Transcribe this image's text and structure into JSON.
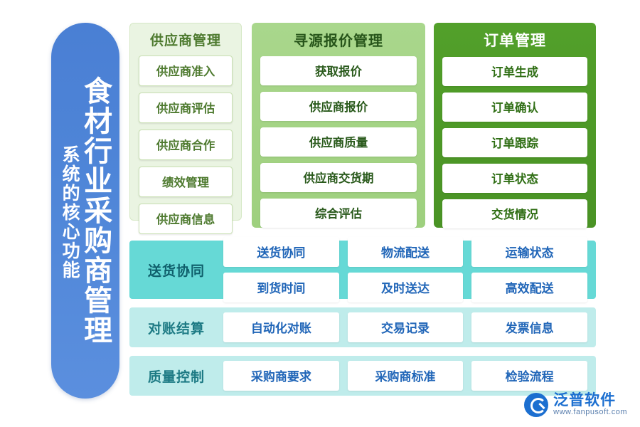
{
  "title_bar": {
    "main_text": "食材行业采购商管理",
    "sub_text": "系统的核心功能"
  },
  "columns": [
    {
      "title": "供应商管理",
      "items": [
        "供应商准入",
        "供应商评估",
        "供应商合作",
        "绩效管理",
        "供应商信息"
      ]
    },
    {
      "title": "寻源报价管理",
      "items": [
        "获取报价",
        "供应商报价",
        "供应商质量",
        "供应商交货期",
        "综合评估"
      ]
    },
    {
      "title": "订单管理",
      "items": [
        "订单生成",
        "订单确认",
        "订单跟踪",
        "订单状态",
        "交货情况"
      ]
    }
  ],
  "rows": [
    {
      "label": "送货协同",
      "items": [
        "送货协同",
        "物流配送",
        "运输状态",
        "到货时间",
        "及时送达",
        "高效配送"
      ]
    },
    {
      "label": "对账结算",
      "items": [
        "自动化对账",
        "交易记录",
        "发票信息"
      ]
    },
    {
      "label": "质量控制",
      "items": [
        "采购商要求",
        "采购商标准",
        "检验流程"
      ]
    }
  ],
  "watermark": {
    "text": "泛普软件"
  },
  "logo": {
    "cn": "泛普软件",
    "en": "www.fanpusoft.com"
  },
  "colors": {
    "left_bar": "#4f86d8",
    "col1_bg": "#eaf4e2",
    "col2_bg": "#a9d78c",
    "col3_bg": "#52a02a",
    "row_teal_strong": "#66d9d6",
    "row_teal_light": "#bfeceb",
    "chip_text_blue": "#2166b8"
  }
}
